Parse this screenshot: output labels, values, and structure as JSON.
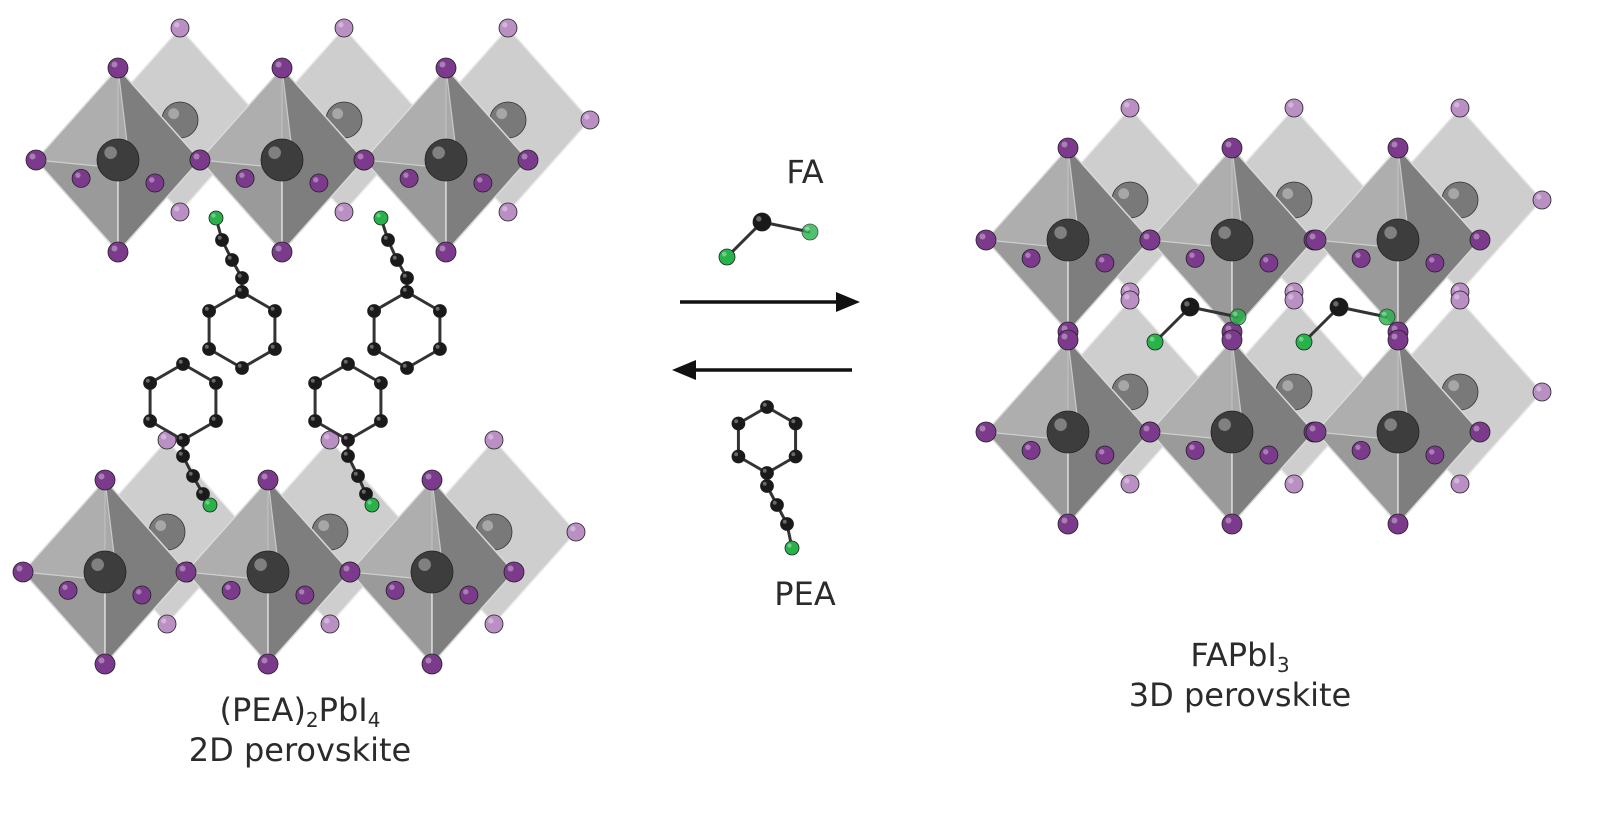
{
  "colors": {
    "lead": "#3d3d3d",
    "iodide": "#7b3a8c",
    "iodide_back": "#b98fc4",
    "carbon": "#1a1a1a",
    "nitrogen": "#27b24a",
    "octa_front": "#8c8c8c",
    "octa_back": "#c9c9c9",
    "arrow": "#111111"
  },
  "structures": {
    "two_d": {
      "name_prefix": "(PEA)",
      "name_sub1": "2",
      "name_mid": "PbI",
      "name_sub2": "4",
      "caption": "2D perovskite"
    },
    "three_d": {
      "name_prefix": "FAPbI",
      "name_sub": "3",
      "caption": "3D perovskite"
    }
  },
  "reaction": {
    "forward_reagent": "FA",
    "reverse_reagent": "PEA"
  }
}
